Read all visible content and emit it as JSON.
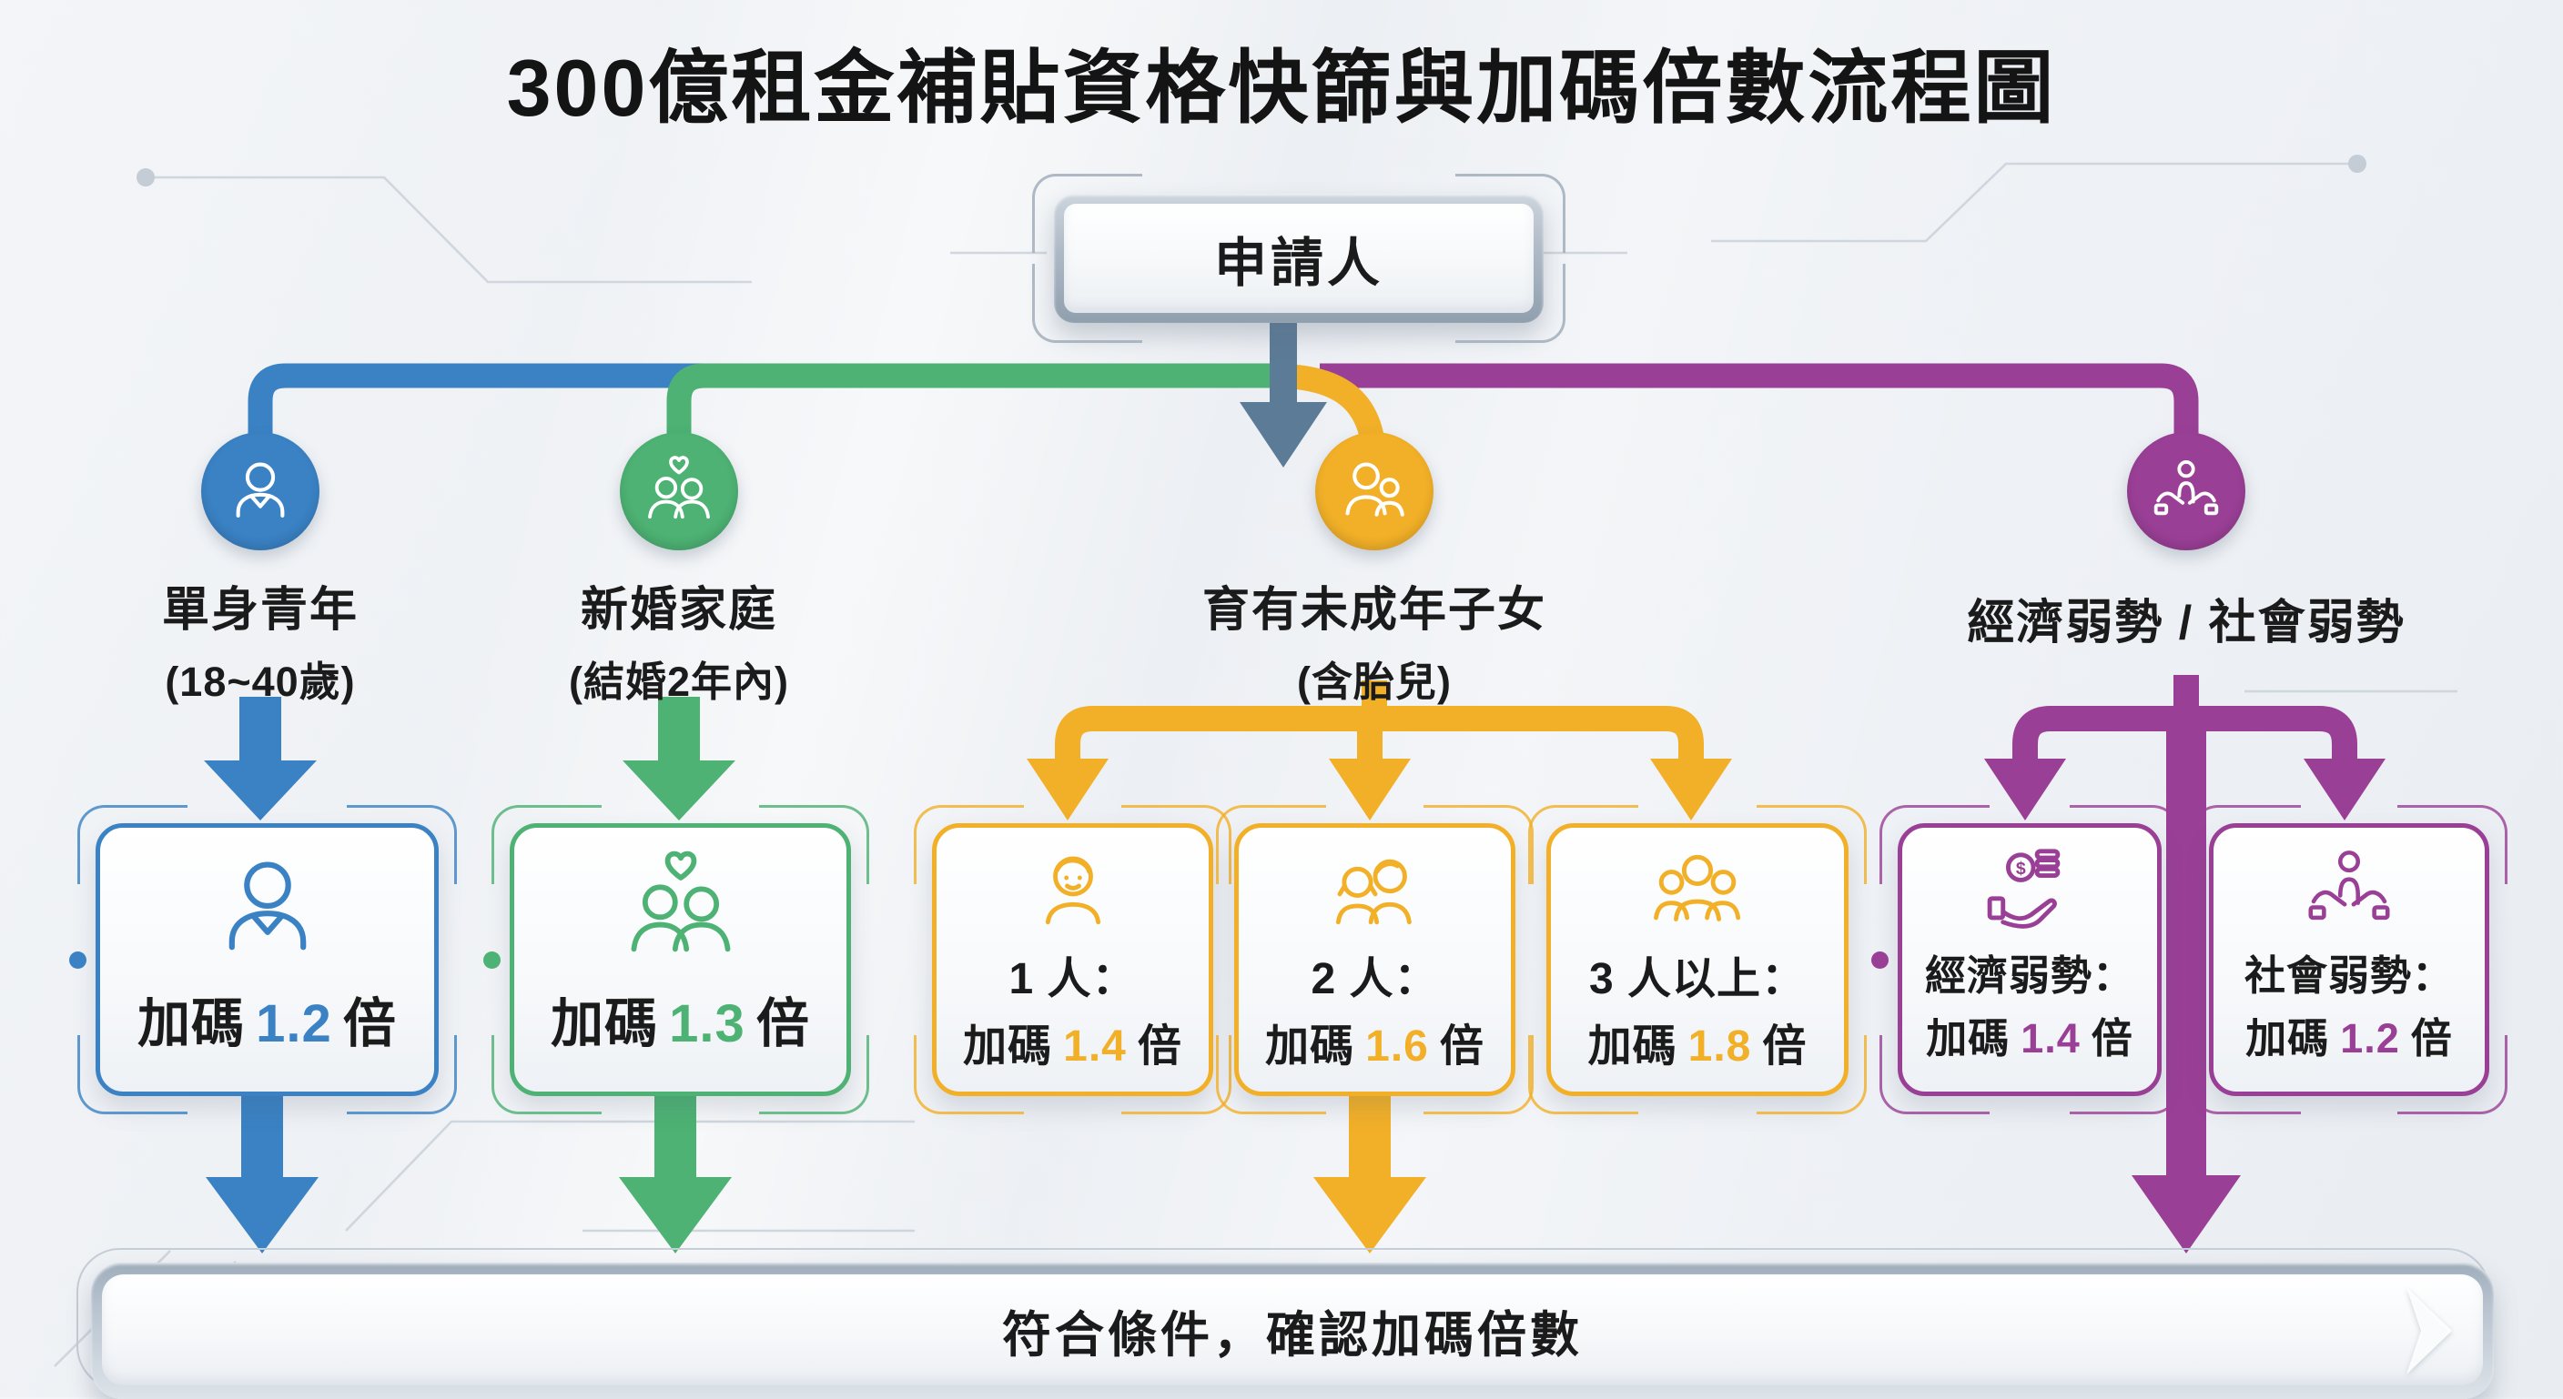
{
  "title": "300億租金補貼資格快篩與加碼倍數流程圖",
  "applicant": {
    "label": "申請人"
  },
  "branches": [
    {
      "key": "single-youth",
      "color": "#3a82c4",
      "icon": "person-icon",
      "title": "單身青年",
      "subtitle": "(18~40歲)",
      "boxes": [
        {
          "icon": "person-icon",
          "heading": "",
          "bonus_prefix": "加碼",
          "bonus_value": "1.2",
          "bonus_suffix": "倍"
        }
      ]
    },
    {
      "key": "newlywed-family",
      "color": "#4db273",
      "icon": "couple-heart-icon",
      "title": "新婚家庭",
      "subtitle": "(結婚2年內)",
      "boxes": [
        {
          "icon": "couple-heart-icon",
          "heading": "",
          "bonus_prefix": "加碼",
          "bonus_value": "1.3",
          "bonus_suffix": "倍"
        }
      ]
    },
    {
      "key": "minor-children",
      "color": "#f2b028",
      "icon": "parent-child-icon",
      "title": "育有未成年子女",
      "subtitle": "(含胎兒)",
      "boxes": [
        {
          "icon": "one-child-icon",
          "heading": "1 人：",
          "bonus_prefix": "加碼",
          "bonus_value": "1.4",
          "bonus_suffix": "倍"
        },
        {
          "icon": "two-children-icon",
          "heading": "2 人：",
          "bonus_prefix": "加碼",
          "bonus_value": "1.6",
          "bonus_suffix": "倍"
        },
        {
          "icon": "three-children-icon",
          "heading": "3 人以上：",
          "bonus_prefix": "加碼",
          "bonus_value": "1.8",
          "bonus_suffix": "倍"
        }
      ]
    },
    {
      "key": "disadvantaged",
      "color": "#9a3f96",
      "icon": "care-hands-icon",
      "title": "經濟弱勢 / 社會弱勢",
      "subtitle": "",
      "boxes": [
        {
          "icon": "coins-hand-icon",
          "heading": "經濟弱勢：",
          "bonus_prefix": "加碼",
          "bonus_value": "1.4",
          "bonus_suffix": "倍"
        },
        {
          "icon": "care-hands-icon",
          "heading": "社會弱勢：",
          "bonus_prefix": "加碼",
          "bonus_value": "1.2",
          "bonus_suffix": "倍"
        }
      ]
    }
  ],
  "final": {
    "label": "符合條件，確認加碼倍數"
  },
  "colors": {
    "blue": "#3a82c4",
    "green": "#4db273",
    "yellow": "#f2b028",
    "purple": "#9a3f96",
    "steel_arrow": "#5c7b97",
    "circuit_line": "#c9d1d9",
    "background": "#eef1f5"
  }
}
